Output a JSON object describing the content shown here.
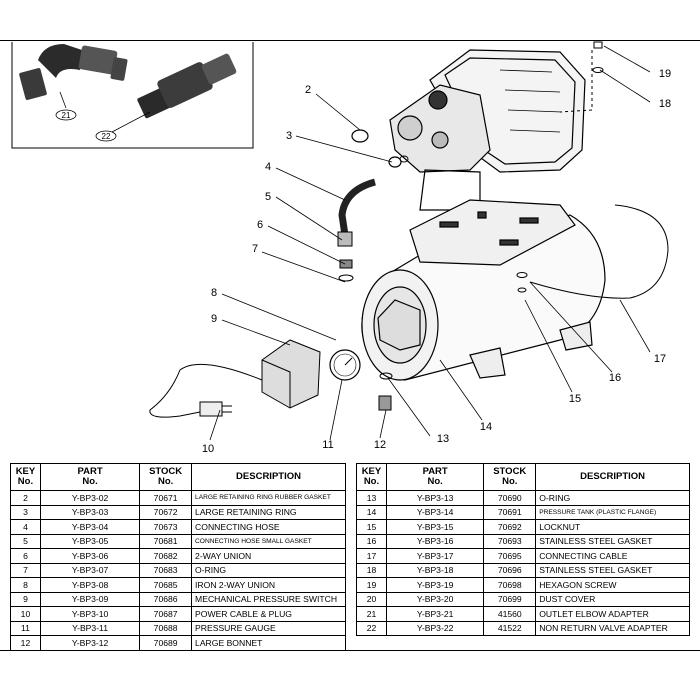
{
  "table_headers": {
    "key": [
      "KEY",
      "No."
    ],
    "part": [
      "PART",
      "No."
    ],
    "stock": [
      "STOCK",
      "No."
    ],
    "description": "DESCRIPTION"
  },
  "parts_left": [
    {
      "key": "2",
      "part": "Y-BP3-02",
      "stock": "70671",
      "description": "LARGE RETAINING RING RUBBER GASKET"
    },
    {
      "key": "3",
      "part": "Y-BP3-03",
      "stock": "70672",
      "description": "LARGE RETAINING RING"
    },
    {
      "key": "4",
      "part": "Y-BP3-04",
      "stock": "70673",
      "description": "CONNECTING HOSE"
    },
    {
      "key": "5",
      "part": "Y-BP3-05",
      "stock": "70681",
      "description": "CONNECTING HOSE SMALL GASKET"
    },
    {
      "key": "6",
      "part": "Y-BP3-06",
      "stock": "70682",
      "description": "2-WAY UNION"
    },
    {
      "key": "7",
      "part": "Y-BP3-07",
      "stock": "70683",
      "description": "O-RING"
    },
    {
      "key": "8",
      "part": "Y-BP3-08",
      "stock": "70685",
      "description": "IRON 2-WAY UNION"
    },
    {
      "key": "9",
      "part": "Y-BP3-09",
      "stock": "70686",
      "description": "MECHANICAL PRESSURE SWITCH"
    },
    {
      "key": "10",
      "part": "Y-BP3-10",
      "stock": "70687",
      "description": "POWER CABLE & PLUG"
    },
    {
      "key": "11",
      "part": "Y-BP3-11",
      "stock": "70688",
      "description": "PRESSURE GAUGE"
    },
    {
      "key": "12",
      "part": "Y-BP3-12",
      "stock": "70689",
      "description": "LARGE BONNET"
    }
  ],
  "parts_right": [
    {
      "key": "13",
      "part": "Y-BP3-13",
      "stock": "70690",
      "description": "O-RING"
    },
    {
      "key": "14",
      "part": "Y-BP3-14",
      "stock": "70691",
      "description": "PRESSURE TANK (PLASTIC FLANGE)"
    },
    {
      "key": "15",
      "part": "Y-BP3-15",
      "stock": "70692",
      "description": "LOCKNUT"
    },
    {
      "key": "16",
      "part": "Y-BP3-16",
      "stock": "70693",
      "description": "STAINLESS STEEL GASKET"
    },
    {
      "key": "17",
      "part": "Y-BP3-17",
      "stock": "70695",
      "description": "CONNECTING CABLE"
    },
    {
      "key": "18",
      "part": "Y-BP3-18",
      "stock": "70696",
      "description": "STAINLESS STEEL GASKET"
    },
    {
      "key": "19",
      "part": "Y-BP3-19",
      "stock": "70698",
      "description": "HEXAGON SCREW"
    },
    {
      "key": "20",
      "part": "Y-BP3-20",
      "stock": "70699",
      "description": "DUST COVER"
    },
    {
      "key": "21",
      "part": "Y-BP3-21",
      "stock": "41560",
      "description": "OUTLET ELBOW ADAPTER"
    },
    {
      "key": "22",
      "part": "Y-BP3-22",
      "stock": "41522",
      "description": "NON RETURN VALVE ADAPTER"
    }
  ],
  "callouts": {
    "c2": "2",
    "c3": "3",
    "c4": "4",
    "c5": "5",
    "c6": "6",
    "c7": "7",
    "c8": "8",
    "c9": "9",
    "c10": "10",
    "c11": "11",
    "c12": "12",
    "c13": "13",
    "c14": "14",
    "c15": "15",
    "c16": "16",
    "c17": "17",
    "c18": "18",
    "c19": "19",
    "c21": "21",
    "c22": "22"
  }
}
